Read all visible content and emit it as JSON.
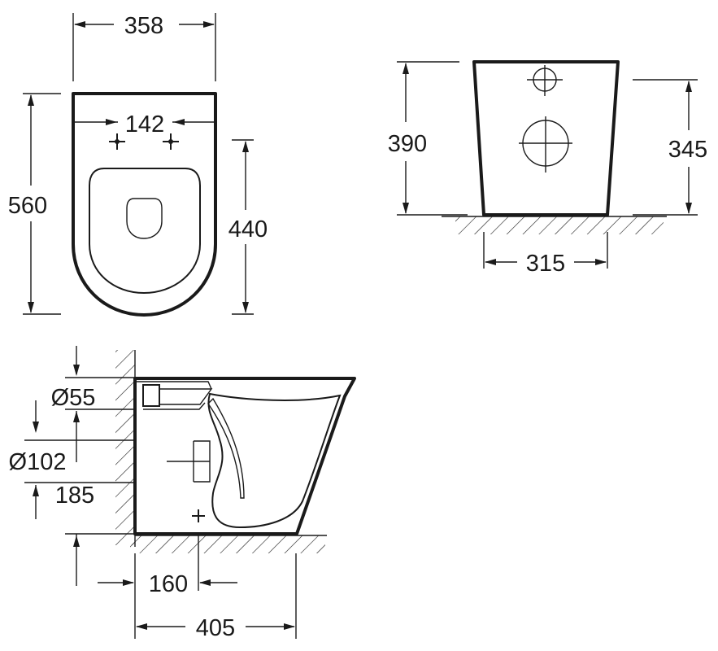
{
  "views": {
    "top": {
      "overall_width": "358",
      "fixing_spacing": "142",
      "overall_length": "560",
      "seat_length": "440"
    },
    "front": {
      "overall_height": "390",
      "inlet_height": "345",
      "base_width": "315"
    },
    "side": {
      "inlet_diameter": "Ø55",
      "outlet_diameter": "Ø102",
      "outlet_height": "185",
      "outlet_distance": "160",
      "overall_depth": "405"
    }
  }
}
